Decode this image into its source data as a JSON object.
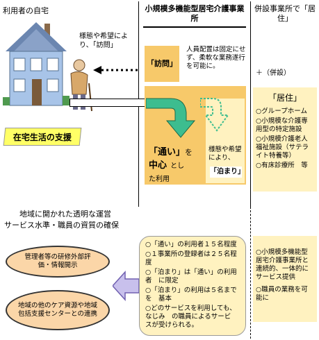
{
  "home": {
    "title": "利用者の自宅",
    "visit_note": "様態や希望により、「訪問」",
    "support_banner": "在宅生活の支援"
  },
  "facility": {
    "header": "小規模多機能型居宅介護事業所",
    "visit_label": "「訪問」",
    "staffing_note": "人員配置は固定にせず、柔軟な業務遂行を可能に。",
    "day_main_1": "「通い」",
    "day_main_2": "を",
    "day_main_3": "中心",
    "day_main_4": "とし",
    "day_main_5": "た利用",
    "stay_note": "様態や希望により、",
    "stay_label": "「泊まり」"
  },
  "annex": {
    "header": "併設事業所で「居住」",
    "plus": "＋（併設）",
    "box_title": "「居住」",
    "items": [
      "グループホーム",
      "小規模な介護専用型の特定施設",
      "小規模介護老人福祉施設（サテライト特養等）",
      "有床診療所　等"
    ]
  },
  "community": {
    "title": "地域に開かれた透明な運営",
    "subtitle": "サービス水準・職員の資質の確保",
    "oval1": "管理者等の研修外部評価・情報開示",
    "oval2": "地域の他のケア資源や地域包括支援センターとの連携"
  },
  "rules": {
    "items": [
      "「通い」の利用者１５名程度",
      "１事業所の登録者は２５名程度",
      "「泊まり」は「通い」の利用者　に限定",
      "「泊まり」の利用は５名までを　基本",
      "どのサービスを利用しても、なじみ　の職員によるサービ　スが受けられる。"
    ]
  },
  "integrated": {
    "items": [
      "小規模多機能型居宅介護事業所と連続的、一体的にサービス提供",
      "職員の業務を可能に"
    ]
  },
  "colors": {
    "banner_yellow": "#ffff66",
    "day_orange": "#f7c96a",
    "box_cream": "#fff2c0",
    "green": "#3dbd8f",
    "oval_peach": "#fbd6a8"
  }
}
